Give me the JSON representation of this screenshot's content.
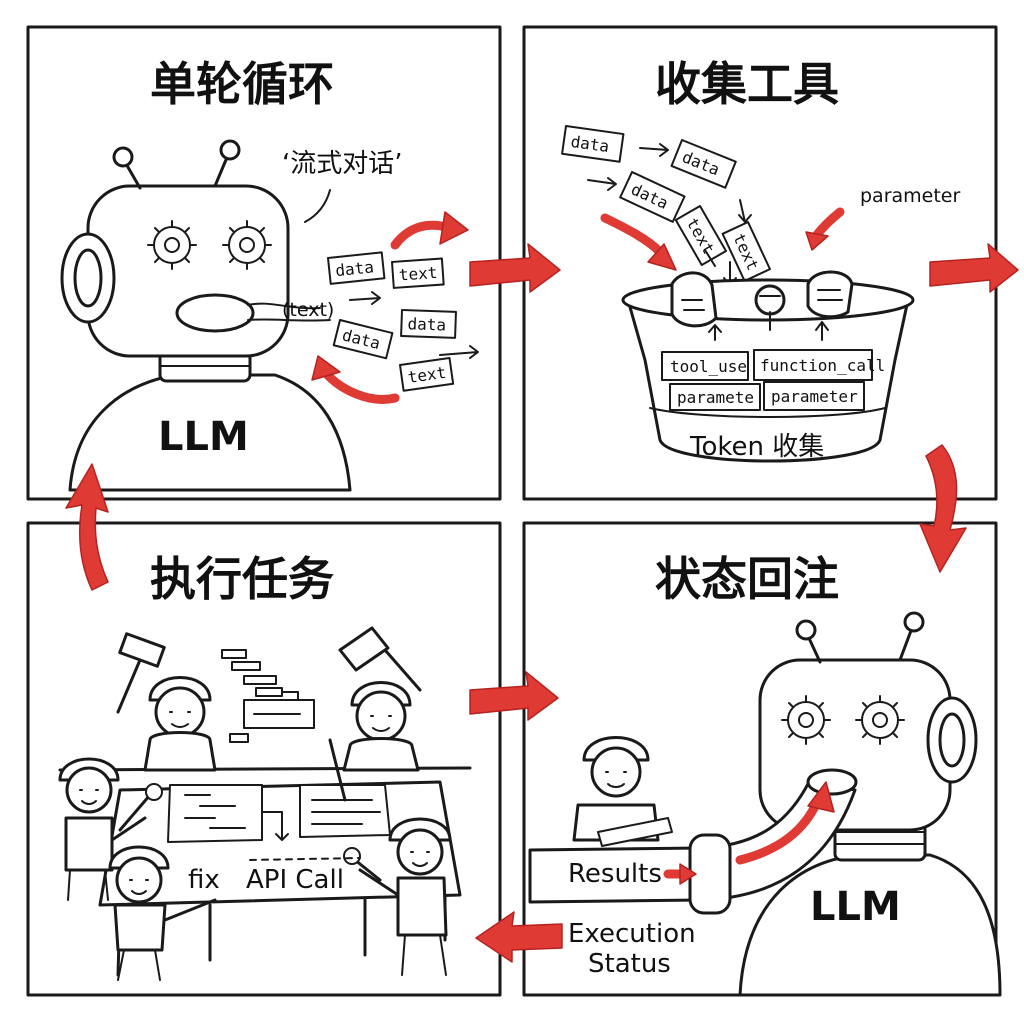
{
  "panels": {
    "top_left": {
      "title": "单轮循环",
      "quote": "‘流式对话’",
      "robot_label": "LLM",
      "stream_label": "(text)",
      "tags": [
        "data",
        "text",
        "data",
        "data",
        "text"
      ]
    },
    "top_right": {
      "title": "收集工具",
      "side_label": "parameter",
      "flying_tags": [
        "data",
        "data",
        "data",
        "text",
        "text"
      ],
      "pot_tags": [
        "tool_use",
        "function_call",
        "paramete",
        "parameter"
      ],
      "pot_label": "Token 收集"
    },
    "bottom_left": {
      "title": "执行任务",
      "label_fix": "fix",
      "label_api": "API Call"
    },
    "bottom_right": {
      "title": "状态回注",
      "robot_label": "LLM",
      "label_results": "Results",
      "label_status_line1": "Execution",
      "label_status_line2": "Status"
    }
  },
  "colors": {
    "accent": "#e03a35",
    "ink": "#1a1a1a",
    "paper": "#ffffff"
  }
}
